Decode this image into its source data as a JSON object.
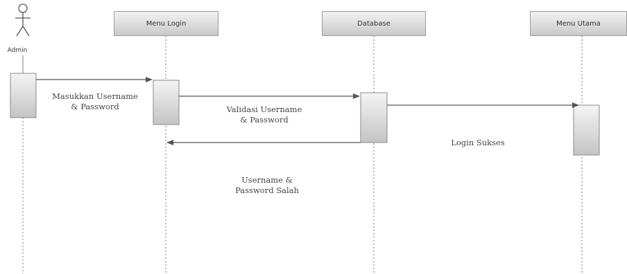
{
  "actor": {
    "label": "Admin",
    "icon": "stick-figure-icon"
  },
  "lifelines": [
    {
      "label": "Menu Login"
    },
    {
      "label": "Database"
    },
    {
      "label": "Menu Utama"
    }
  ],
  "messages": [
    {
      "from": "Admin",
      "to": "Menu Login",
      "line1": "Masukkan Username",
      "line2": "& Password"
    },
    {
      "from": "Menu Login",
      "to": "Database",
      "line1": "Validasi Username",
      "line2": "& Password"
    },
    {
      "from": "Database",
      "to": "Menu Utama",
      "line1": "Login Sukses"
    },
    {
      "from": "Database",
      "to": "Menu Login",
      "line1": "Username &",
      "line2": "Password Salah"
    }
  ],
  "colors": {
    "line": "#555555",
    "box_border": "#9a9a9a",
    "box_fill_top": "#f2f2f2",
    "box_fill_bottom": "#c9c9c9"
  }
}
